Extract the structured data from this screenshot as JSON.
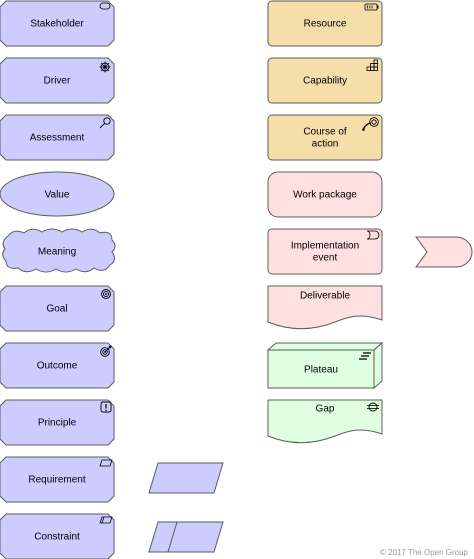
{
  "colors": {
    "motivation": "#ccccff",
    "strategy": "#f5deaa",
    "implementation": "#ffe0e0",
    "plateau": "#e0ffe0",
    "stroke": "#5c5c5c"
  },
  "motivation": {
    "stakeholder": "Stakeholder",
    "driver": "Driver",
    "assessment": "Assessment",
    "value": "Value",
    "meaning": "Meaning",
    "goal": "Goal",
    "outcome": "Outcome",
    "principle": "Principle",
    "requirement": "Requirement",
    "constraint": "Constraint"
  },
  "strategy": {
    "resource": "Resource",
    "capability": "Capability",
    "course_of_action_line1": "Course of",
    "course_of_action_line2": "action"
  },
  "implementation": {
    "work_package": "Work package",
    "implementation_event_line1": "Implementation",
    "implementation_event_line2": "event",
    "deliverable": "Deliverable",
    "plateau": "Plateau",
    "gap": "Gap"
  },
  "footer": {
    "copyright": "© 2017 The Open Group"
  }
}
